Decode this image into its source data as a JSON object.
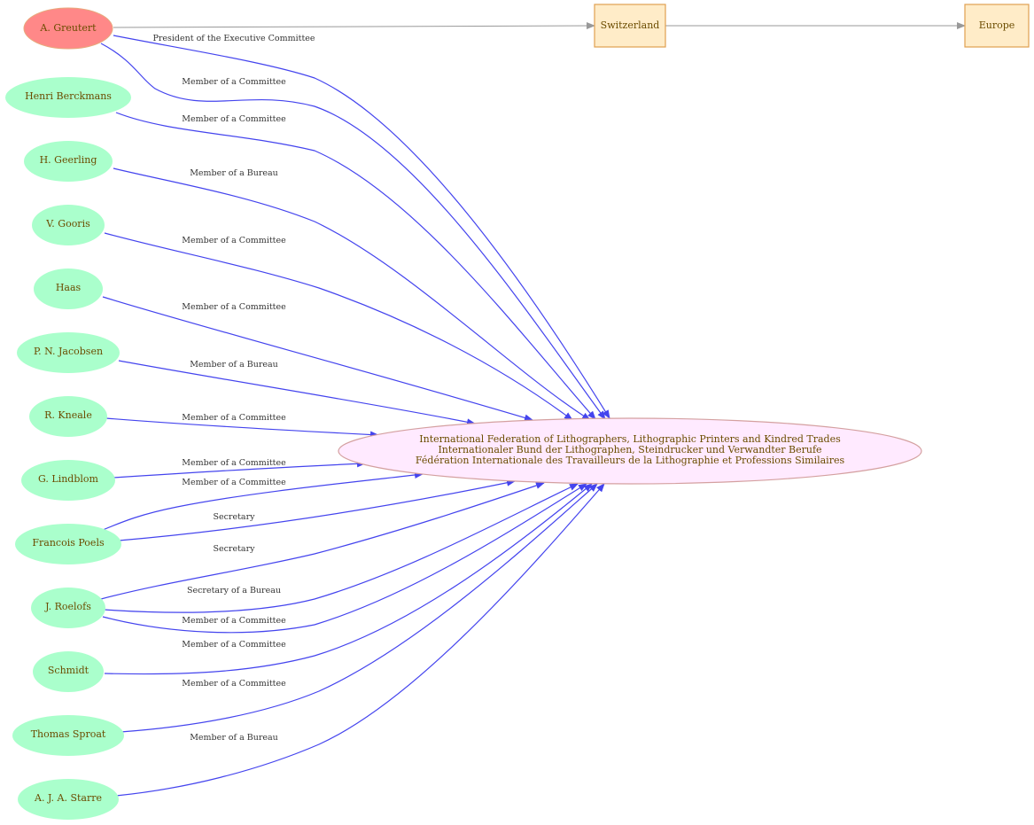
{
  "colors": {
    "person_fill": "#aaffcc",
    "person_text": "#6b4c00",
    "highlight_fill": "#ff8888",
    "highlight_stroke": "#e8a87c",
    "place_fill": "#ffecc8",
    "place_stroke": "#e0a050",
    "org_fill": "#ffeaff",
    "org_stroke": "#d4a0a0",
    "edge_color": "#4444ee",
    "place_edge_color": "#999999"
  },
  "organization": {
    "lines": [
      "International Federation of Lithographers, Lithographic Printers and Kindred Trades",
      "Internationaler Bund der Lithographen, Steindrucker und Verwandter Berufe",
      "Fédération Internationale des Travailleurs de la Lithographie et Professions Similaires"
    ]
  },
  "places": [
    {
      "id": "switzerland",
      "label": "Switzerland"
    },
    {
      "id": "europe",
      "label": "Europe"
    }
  ],
  "people": [
    {
      "id": "greutert",
      "label": "A. Greutert",
      "highlight": true
    },
    {
      "id": "berckmans",
      "label": "Henri Berckmans"
    },
    {
      "id": "geerling",
      "label": "H. Geerling"
    },
    {
      "id": "gooris",
      "label": "V. Gooris"
    },
    {
      "id": "haas",
      "label": "Haas"
    },
    {
      "id": "jacobsen",
      "label": "P. N. Jacobsen"
    },
    {
      "id": "kneale",
      "label": "R. Kneale"
    },
    {
      "id": "lindblom",
      "label": "G. Lindblom"
    },
    {
      "id": "poels",
      "label": "Francois Poels"
    },
    {
      "id": "roelofs",
      "label": "J. Roelofs"
    },
    {
      "id": "schmidt",
      "label": "Schmidt"
    },
    {
      "id": "sproat",
      "label": "Thomas Sproat"
    },
    {
      "id": "starre",
      "label": "A. J. A. Starre"
    }
  ],
  "edges": [
    {
      "id": "e1",
      "from": "greutert",
      "label": "President of the Executive Committee"
    },
    {
      "id": "e2",
      "from": "greutert",
      "label": "Member of a Committee"
    },
    {
      "id": "e3",
      "from": "berckmans",
      "label": "Member of a Committee"
    },
    {
      "id": "e4",
      "from": "geerling",
      "label": "Member of a Bureau"
    },
    {
      "id": "e5",
      "from": "gooris",
      "label": "Member of a Committee"
    },
    {
      "id": "e6",
      "from": "haas",
      "label": "Member of a Committee"
    },
    {
      "id": "e7",
      "from": "jacobsen",
      "label": "Member of a Bureau"
    },
    {
      "id": "e8",
      "from": "kneale",
      "label": "Member of a Committee"
    },
    {
      "id": "e9",
      "from": "lindblom",
      "label": "Member of a Committee"
    },
    {
      "id": "e10",
      "from": "poels",
      "label": "Member of a Committee"
    },
    {
      "id": "e11",
      "from": "poels",
      "label": "Secretary"
    },
    {
      "id": "e12",
      "from": "roelofs",
      "label": "Secretary"
    },
    {
      "id": "e13",
      "from": "roelofs",
      "label": "Secretary of a Bureau"
    },
    {
      "id": "e14",
      "from": "roelofs",
      "label": "Member of a Committee"
    },
    {
      "id": "e15",
      "from": "schmidt",
      "label": "Member of a Committee"
    },
    {
      "id": "e16",
      "from": "sproat",
      "label": "Member of a Committee"
    },
    {
      "id": "e17",
      "from": "starre",
      "label": "Member of a Bureau"
    }
  ]
}
